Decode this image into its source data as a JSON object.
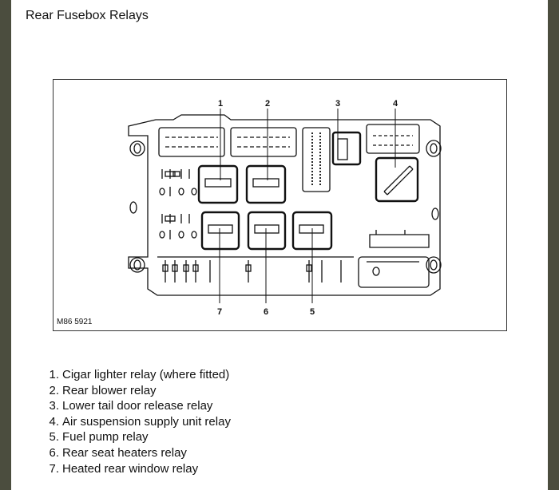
{
  "title": "Rear Fusebox Relays",
  "figure": {
    "code": "M86 5921",
    "callouts": [
      "1",
      "2",
      "3",
      "4",
      "5",
      "6",
      "7"
    ]
  },
  "legend": [
    {
      "num": "1.",
      "text": "Cigar lighter relay (where fitted)"
    },
    {
      "num": "2.",
      "text": "Rear blower relay"
    },
    {
      "num": "3.",
      "text": "Lower tail door release relay"
    },
    {
      "num": "4.",
      "text": "Air suspension supply unit relay"
    },
    {
      "num": "5.",
      "text": "Fuel pump relay"
    },
    {
      "num": "6.",
      "text": "Rear seat heaters relay"
    },
    {
      "num": "7.",
      "text": "Heated rear window relay"
    }
  ]
}
